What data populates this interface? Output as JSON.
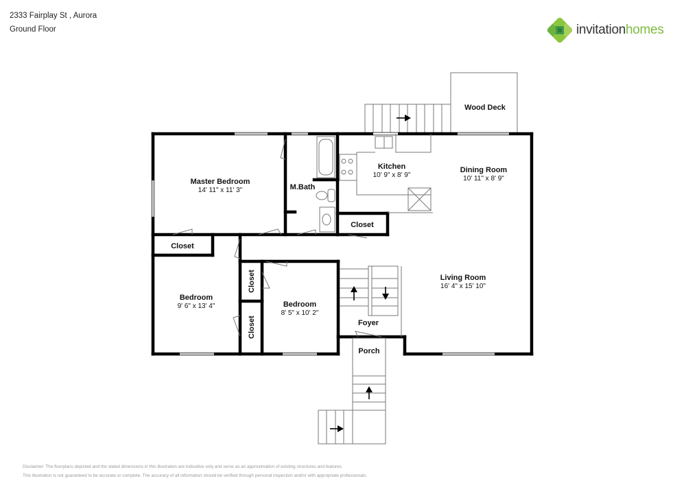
{
  "header": {
    "address": "2333 Fairplay St , Aurora",
    "floor": "Ground Floor"
  },
  "logo": {
    "icon": "clover-diamond-logo-icon",
    "text_primary": "invitation",
    "text_secondary": "homes",
    "colors": {
      "light_green": "#8cc63f",
      "dark_green": "#3f9a45",
      "text": "#333333"
    }
  },
  "rooms": {
    "master_bedroom": {
      "name": "Master Bedroom",
      "dims": "14' 11\" x 11' 3\""
    },
    "master_bath": {
      "name": "M.Bath"
    },
    "kitchen": {
      "name": "Kitchen",
      "dims": "10' 9\" x 8' 9\""
    },
    "dining_room": {
      "name": "Dining Room",
      "dims": "10' 11\" x 8' 9\""
    },
    "wood_deck": {
      "name": "Wood Deck"
    },
    "closet_master": {
      "name": "Closet"
    },
    "closet_kitchen": {
      "name": "Closet"
    },
    "closet_hall_1": {
      "name": "Closet"
    },
    "closet_hall_2": {
      "name": "Closet"
    },
    "bedroom_1": {
      "name": "Bedroom",
      "dims": "9' 6\" x 13' 4\""
    },
    "bedroom_2": {
      "name": "Bedroom",
      "dims": "8' 5\" x 10' 2\""
    },
    "living_room": {
      "name": "Living Room",
      "dims": "16' 4\" x 15' 10\""
    },
    "foyer": {
      "name": "Foyer"
    },
    "porch": {
      "name": "Porch"
    }
  },
  "disclaimer": {
    "line1": "Disclaimer: The floorplans depicted and the stated dimensions in this illustration are indicative only and serve as an approximation of existing structures and features.",
    "line2": "This illustration is not guaranteed to be accurate or complete. The accuracy of all information should be verified through personal inspection and/or with appropriate professionals."
  }
}
